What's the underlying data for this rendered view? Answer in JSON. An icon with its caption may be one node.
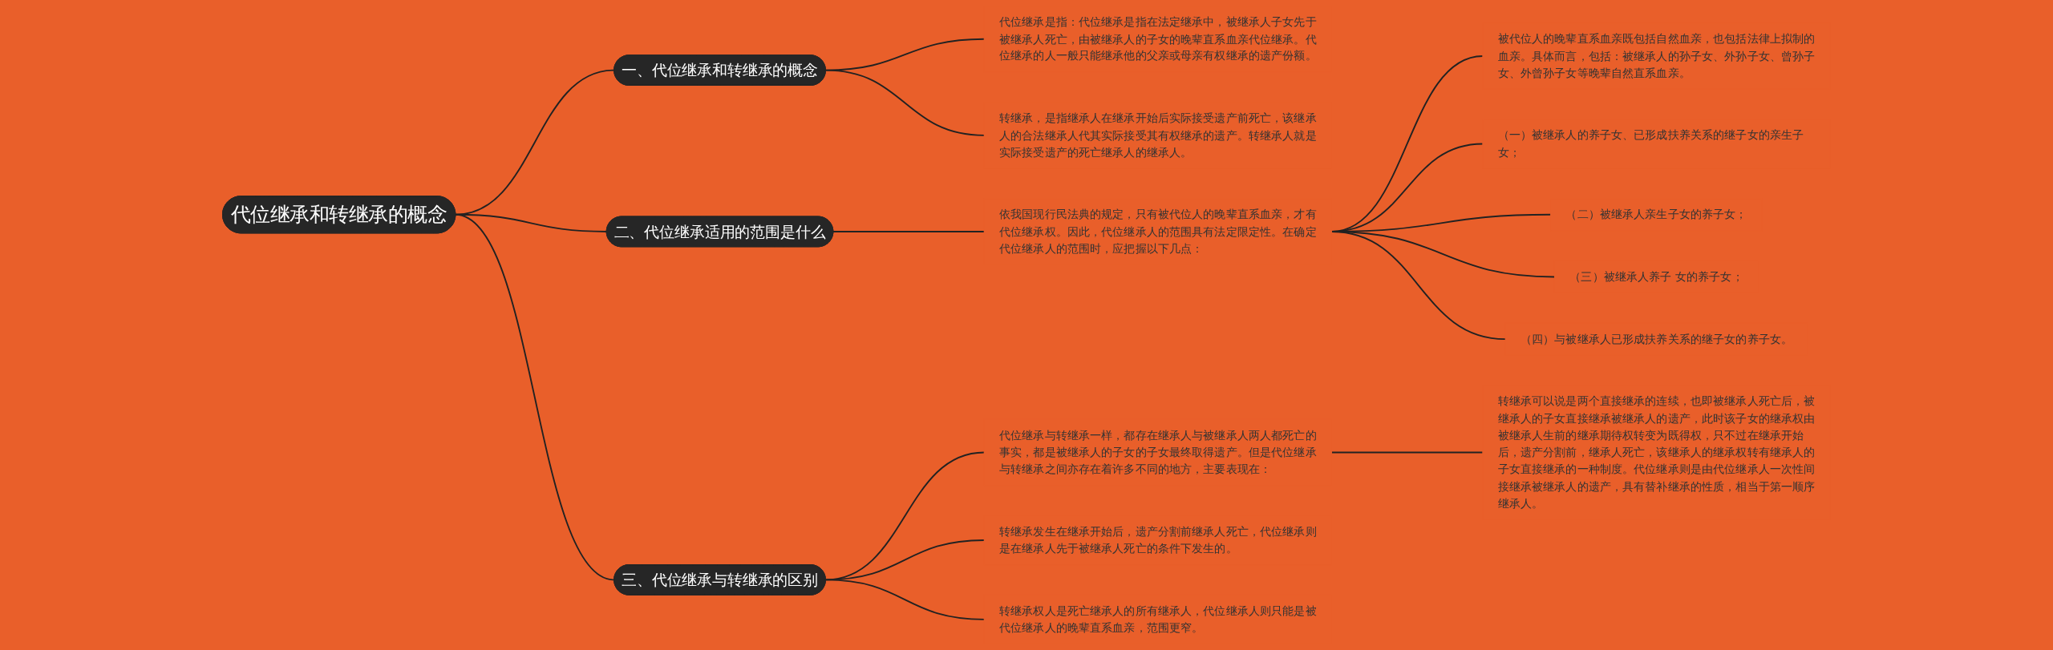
{
  "diagram": {
    "nodes": [
      {
        "text": [
          "代位继承和转继承的概念"
        ]
      },
      {
        "text": [
          "一、代位继承和转继承的概念"
        ]
      },
      {
        "text": [
          "代位继承是指：代位继承是指在法定继承中，被继承人子女先于被继承人死亡，由被继承人的子女的晚辈直系血亲代位继承。代位继承的人一般只能继承他的父亲或母亲有权继承的遗产份额。"
        ]
      },
      {
        "text": [
          "转继承，是指继承人在继承开始后实际接受遗产前死亡，该继承人的合法继承人代其实际接受其有权继承的遗产。转继承人就是实际接受遗产的死亡继承人的继承人。"
        ]
      },
      {
        "text": [
          "二、代位继承适用的范围是什么"
        ]
      },
      {
        "text": [
          "依我国现行民法典的规定，只有被代位人的晚辈直系血亲，才有代位继承权。因此，代位继承人的范围具有法定限定性。在确定代位继承人的范围时，应把握以下几点："
        ]
      },
      {
        "text": [
          "被代位人的晚辈直系血亲既包括自然血亲，也包括法律上拟制的血亲。具体而言，包括：被继承人的孙子女、外孙子女、曾孙子女、外曾孙子女等晚辈自然直系血亲。"
        ]
      },
      {
        "text": [
          "（一）被继承人的养子女、已形成扶养关系的继子女的亲生子女；"
        ]
      },
      {
        "text": [
          "（二）被继承人亲生子女的养子女；"
        ]
      },
      {
        "text": [
          "（三）被继承人养子 女的养子女；"
        ]
      },
      {
        "text": [
          "（四）与被继承人已形成扶养关系的继子女的养子女。"
        ]
      },
      {
        "text": [
          "三、代位继承与转继承的区别"
        ]
      },
      {
        "text": [
          "代位继承与转继承一样，都存在继承人与被继承人两人都死亡的事实，都是被继承人的子女的子女最终取得遗产。但是代位继承与转继承之间亦存在着许多不同的地方，主要表现在："
        ]
      },
      {
        "text": [
          "转继承可以说是两个直接继承的连续，也即被继承人死亡后，被继承人的子女直接继承被继承人的遗产，此时该子女的继承权由被继承人生前的继承期待权转变为既得权，只不过在继承开始后，遗产分割前，继承人死亡，该继承人的继承权转有继承人的子女直接继承的一种制度。代位继承则是由代位继承人一次性间接继承被继承人的遗产，具有替补继承的性质，相当于第一顺序继承人。"
        ]
      },
      {
        "text": [
          "转继承发生在继承开始后，遗产分割前继承人死亡，代位继承则是在继承人先于被继承人死亡的条件下发生的。"
        ]
      },
      {
        "text": [
          "转继承权人是死亡继承人的所有继承人，代位继承人则只能是被代位继承人的晚辈直系血亲，范围更窄。"
        ]
      }
    ],
    "edges": [
      {
        "from": 0,
        "to": 1,
        "arrow": "none"
      },
      {
        "from": 1,
        "to": 2,
        "arrow": "none"
      },
      {
        "from": 1,
        "to": 3,
        "arrow": "none"
      },
      {
        "from": 0,
        "to": 4,
        "arrow": "none"
      },
      {
        "from": 4,
        "to": 5,
        "arrow": "none"
      },
      {
        "from": 5,
        "to": 6,
        "arrow": "none"
      },
      {
        "from": 5,
        "to": 7,
        "arrow": "none"
      },
      {
        "from": 5,
        "to": 8,
        "arrow": "none"
      },
      {
        "from": 5,
        "to": 9,
        "arrow": "none"
      },
      {
        "from": 5,
        "to": 10,
        "arrow": "none"
      },
      {
        "from": 0,
        "to": 11,
        "arrow": "none"
      },
      {
        "from": 11,
        "to": 12,
        "arrow": "none"
      },
      {
        "from": 12,
        "to": 13,
        "arrow": "none"
      },
      {
        "from": 11,
        "to": 14,
        "arrow": "none"
      },
      {
        "from": 11,
        "to": 15,
        "arrow": "none"
      }
    ]
  }
}
